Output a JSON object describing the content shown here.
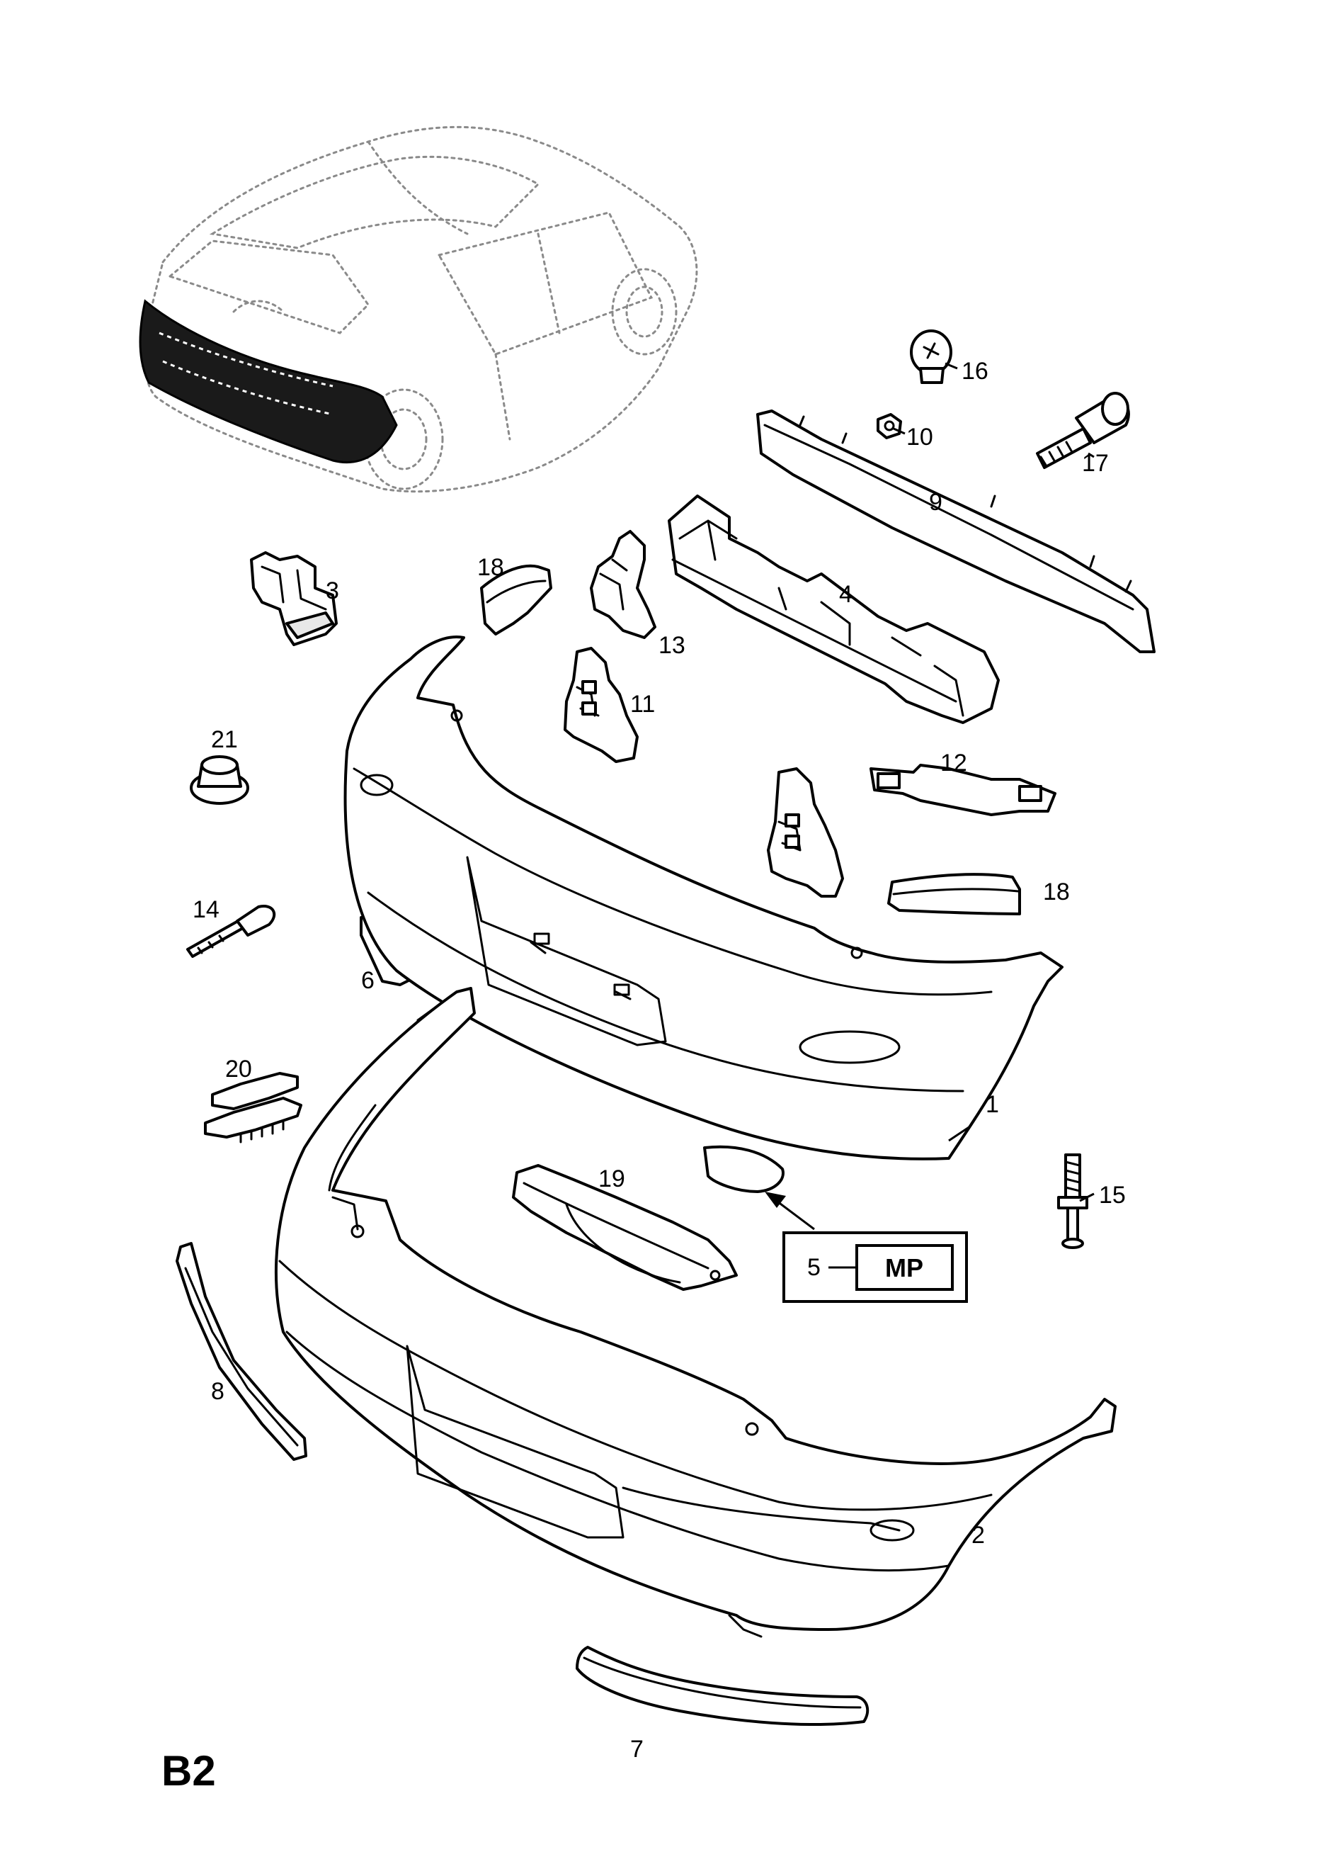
{
  "diagram": {
    "page_code": "B2",
    "callouts": {
      "c1": "1",
      "c2": "2",
      "c3": "3",
      "c4": "4",
      "c5": "5",
      "c6": "6",
      "c7": "7",
      "c8": "8",
      "c9": "9",
      "c10": "10",
      "c11": "11",
      "c12": "12",
      "c13": "13",
      "c14": "14",
      "c15": "15",
      "c16": "16",
      "c17": "17",
      "c18a": "18",
      "c18b": "18",
      "c19": "19",
      "c20": "20",
      "c21": "21"
    },
    "mp_box": {
      "number": "5",
      "label": "MP"
    }
  }
}
